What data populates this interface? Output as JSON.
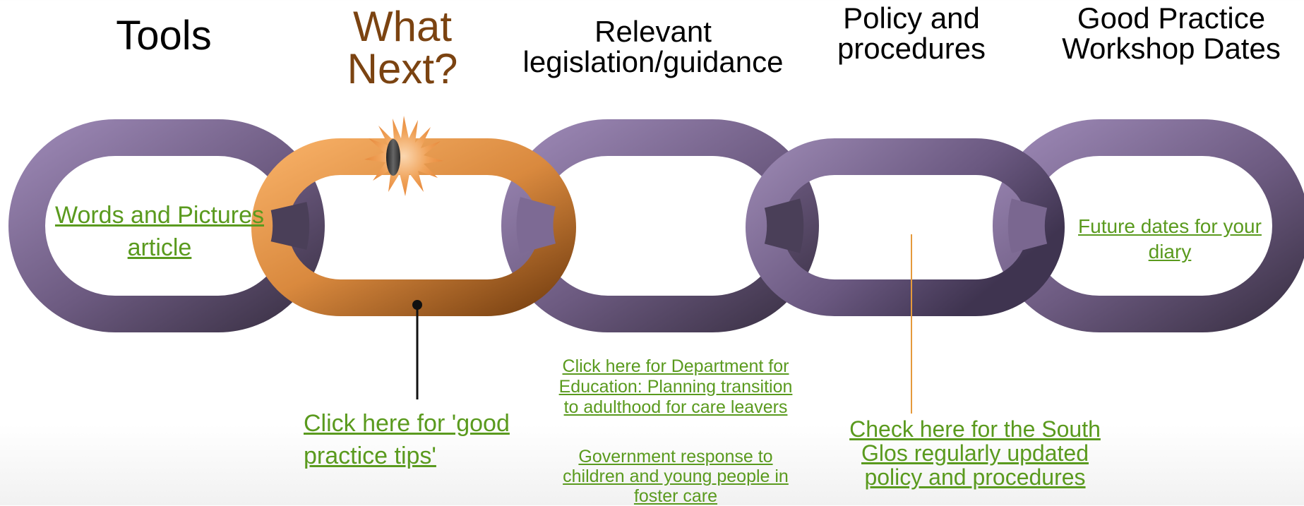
{
  "headings": {
    "tools": "Tools",
    "what_next": [
      "What",
      "Next?"
    ],
    "legislation": [
      "Relevant",
      "legislation/guidance"
    ],
    "policy": [
      "Policy and",
      "procedures"
    ],
    "workshop": [
      "Good Practice",
      "Workshop Dates"
    ]
  },
  "links": {
    "words_pictures": [
      "Words and Pictures",
      "article"
    ],
    "good_practice_tips": [
      "Click here for 'good",
      "practice tips'"
    ],
    "dfe_transition": [
      "Click here for Department for",
      "Education: Planning transition",
      "to adulthood for care leavers"
    ],
    "gov_response": [
      "Government response to",
      "children and young people in",
      "foster care"
    ],
    "south_glos_policy": [
      "Check here for the South",
      "Glos regularly updated",
      "policy and procedures"
    ],
    "future_dates": [
      "Future dates for your",
      "diary"
    ]
  },
  "colors": {
    "purple_light": "#9a86b3",
    "purple_dark": "#3d3348",
    "orange_light": "#f5ad63",
    "orange_dark": "#7e4514",
    "heading_brown": "#7b4311",
    "link_green": "#5a9a1e",
    "connector_orange": "#e59a3c"
  },
  "icons": {
    "chain": "chain-links",
    "burst": "star-burst"
  }
}
